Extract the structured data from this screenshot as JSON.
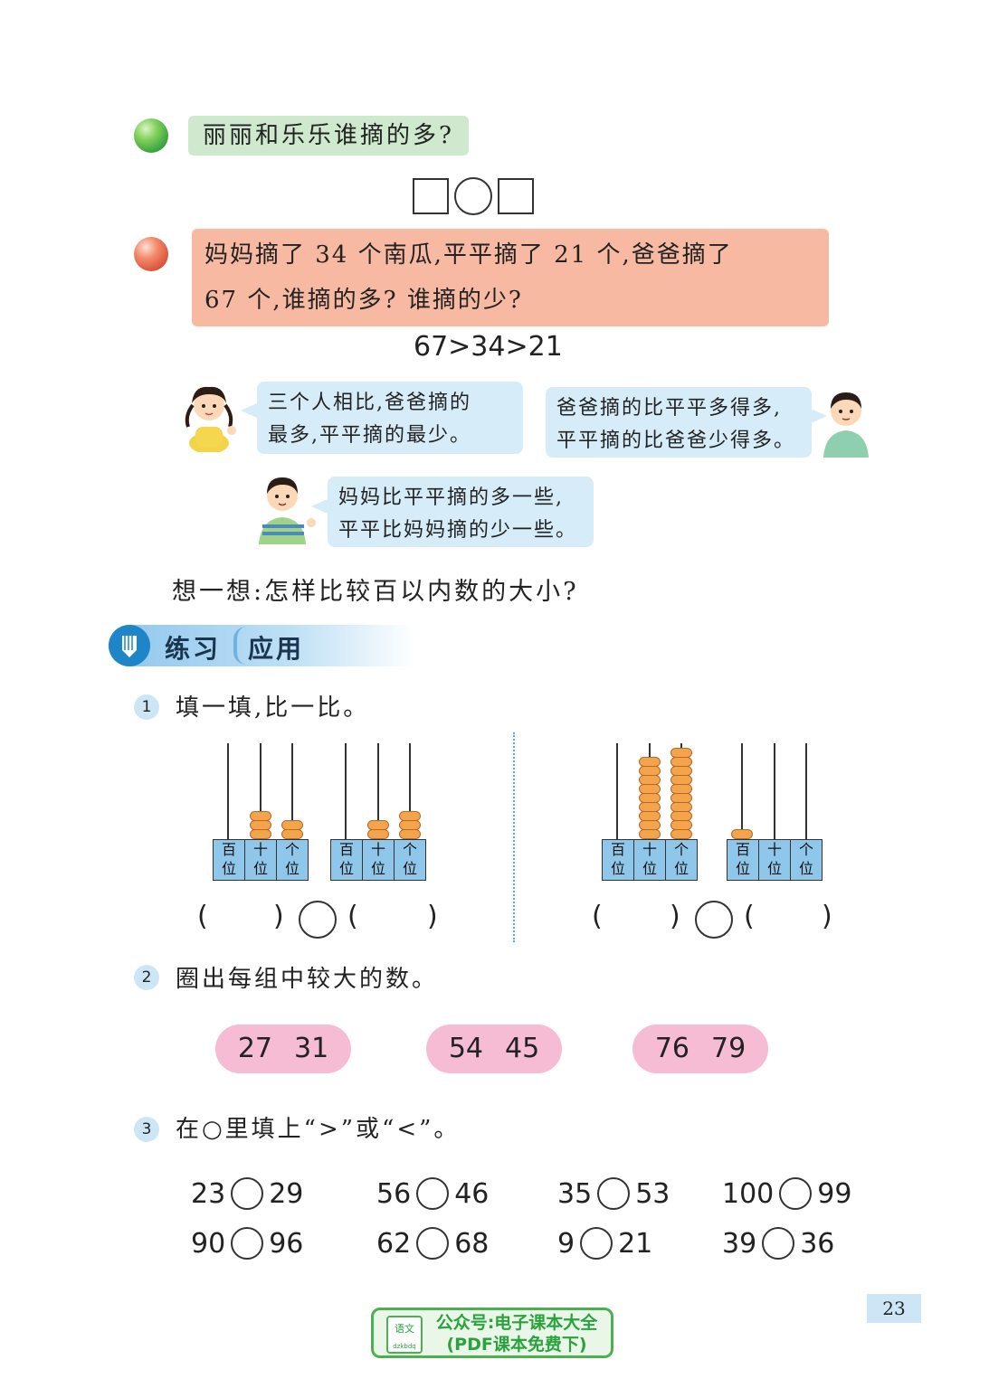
{
  "question1": {
    "text": "丽丽和乐乐谁摘的多?"
  },
  "question2": {
    "line1": "妈妈摘了 34 个南瓜,平平摘了 21 个,爸爸摘了",
    "line2": "67 个,谁摘的多? 谁摘的少?"
  },
  "inequality": "67>34>21",
  "bubbles": {
    "girl_line1": "三个人相比,爸爸摘的",
    "girl_line2": "最多,平平摘的最少。",
    "boy_right_line1": "爸爸摘的比平平多得多,",
    "boy_right_line2": "平平摘的比爸爸少得多。",
    "boy_bottom_line1": "妈妈比平平摘的多一些,",
    "boy_bottom_line2": "平平比妈妈摘的少一些。"
  },
  "think": "想一想:怎样比较百以内数的大小?",
  "section": {
    "part1": "练习",
    "part2": "应用"
  },
  "exercise1": {
    "number": "1",
    "text": "填一填,比一比。",
    "place_labels": [
      [
        "百",
        "位"
      ],
      [
        "十",
        "位"
      ],
      [
        "个",
        "位"
      ]
    ],
    "abacus_beads": [
      [
        0,
        3,
        2
      ],
      [
        0,
        2,
        3
      ],
      [
        0,
        9,
        10
      ],
      [
        1,
        0,
        0
      ]
    ],
    "paren_open": "(",
    "paren_close": ")"
  },
  "exercise2": {
    "number": "2",
    "text": "圈出每组中较大的数。",
    "pairs": [
      [
        "27",
        "31"
      ],
      [
        "54",
        "45"
      ],
      [
        "76",
        "79"
      ]
    ]
  },
  "exercise3": {
    "number": "3",
    "text": "在○里填上“>”或“<”。",
    "rows": [
      [
        [
          "23",
          "29"
        ],
        [
          "56",
          "46"
        ],
        [
          "35",
          "53"
        ],
        [
          "100",
          "99"
        ]
      ],
      [
        [
          "90",
          "96"
        ],
        [
          "62",
          "68"
        ],
        [
          "9",
          "21"
        ],
        [
          "39",
          "36"
        ]
      ]
    ]
  },
  "page_number": "23",
  "watermark": {
    "line1": "公众号:电子课本大全",
    "line2": "(PDF课本免费下)",
    "icon_text": "语文",
    "icon_sub": "dzkbdq"
  },
  "colors": {
    "green_box": "#cfe9cf",
    "red_box": "#f7b9a2",
    "bubble": "#d6ecf8",
    "pill": "#f5bcd4",
    "bead": "#f4a44a",
    "place_value": "#8fc7ea",
    "section_blue": "#1e86c8"
  }
}
